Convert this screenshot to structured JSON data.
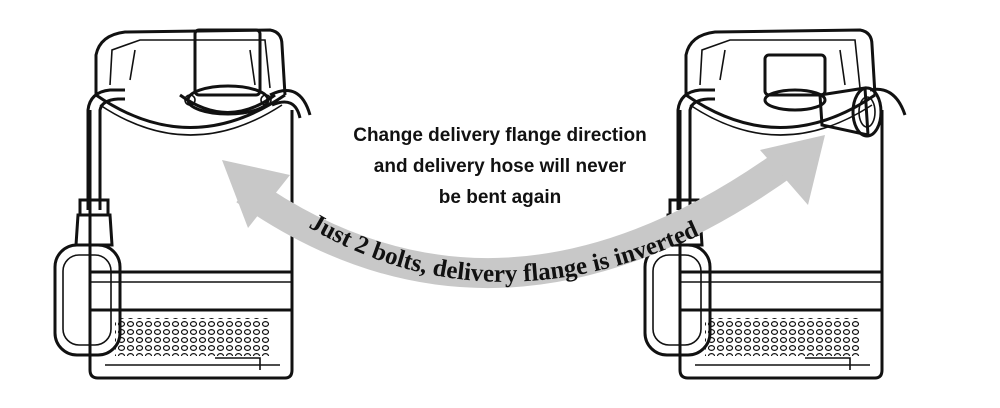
{
  "caption": {
    "line1": "Change delivery flange direction",
    "line2": "and delivery hose will never",
    "line3": "be bent again"
  },
  "arrow_label": "Just 2 bolts, delivery flange is inverted",
  "colors": {
    "arrow": "#c8c8c8",
    "ink": "#111111"
  }
}
